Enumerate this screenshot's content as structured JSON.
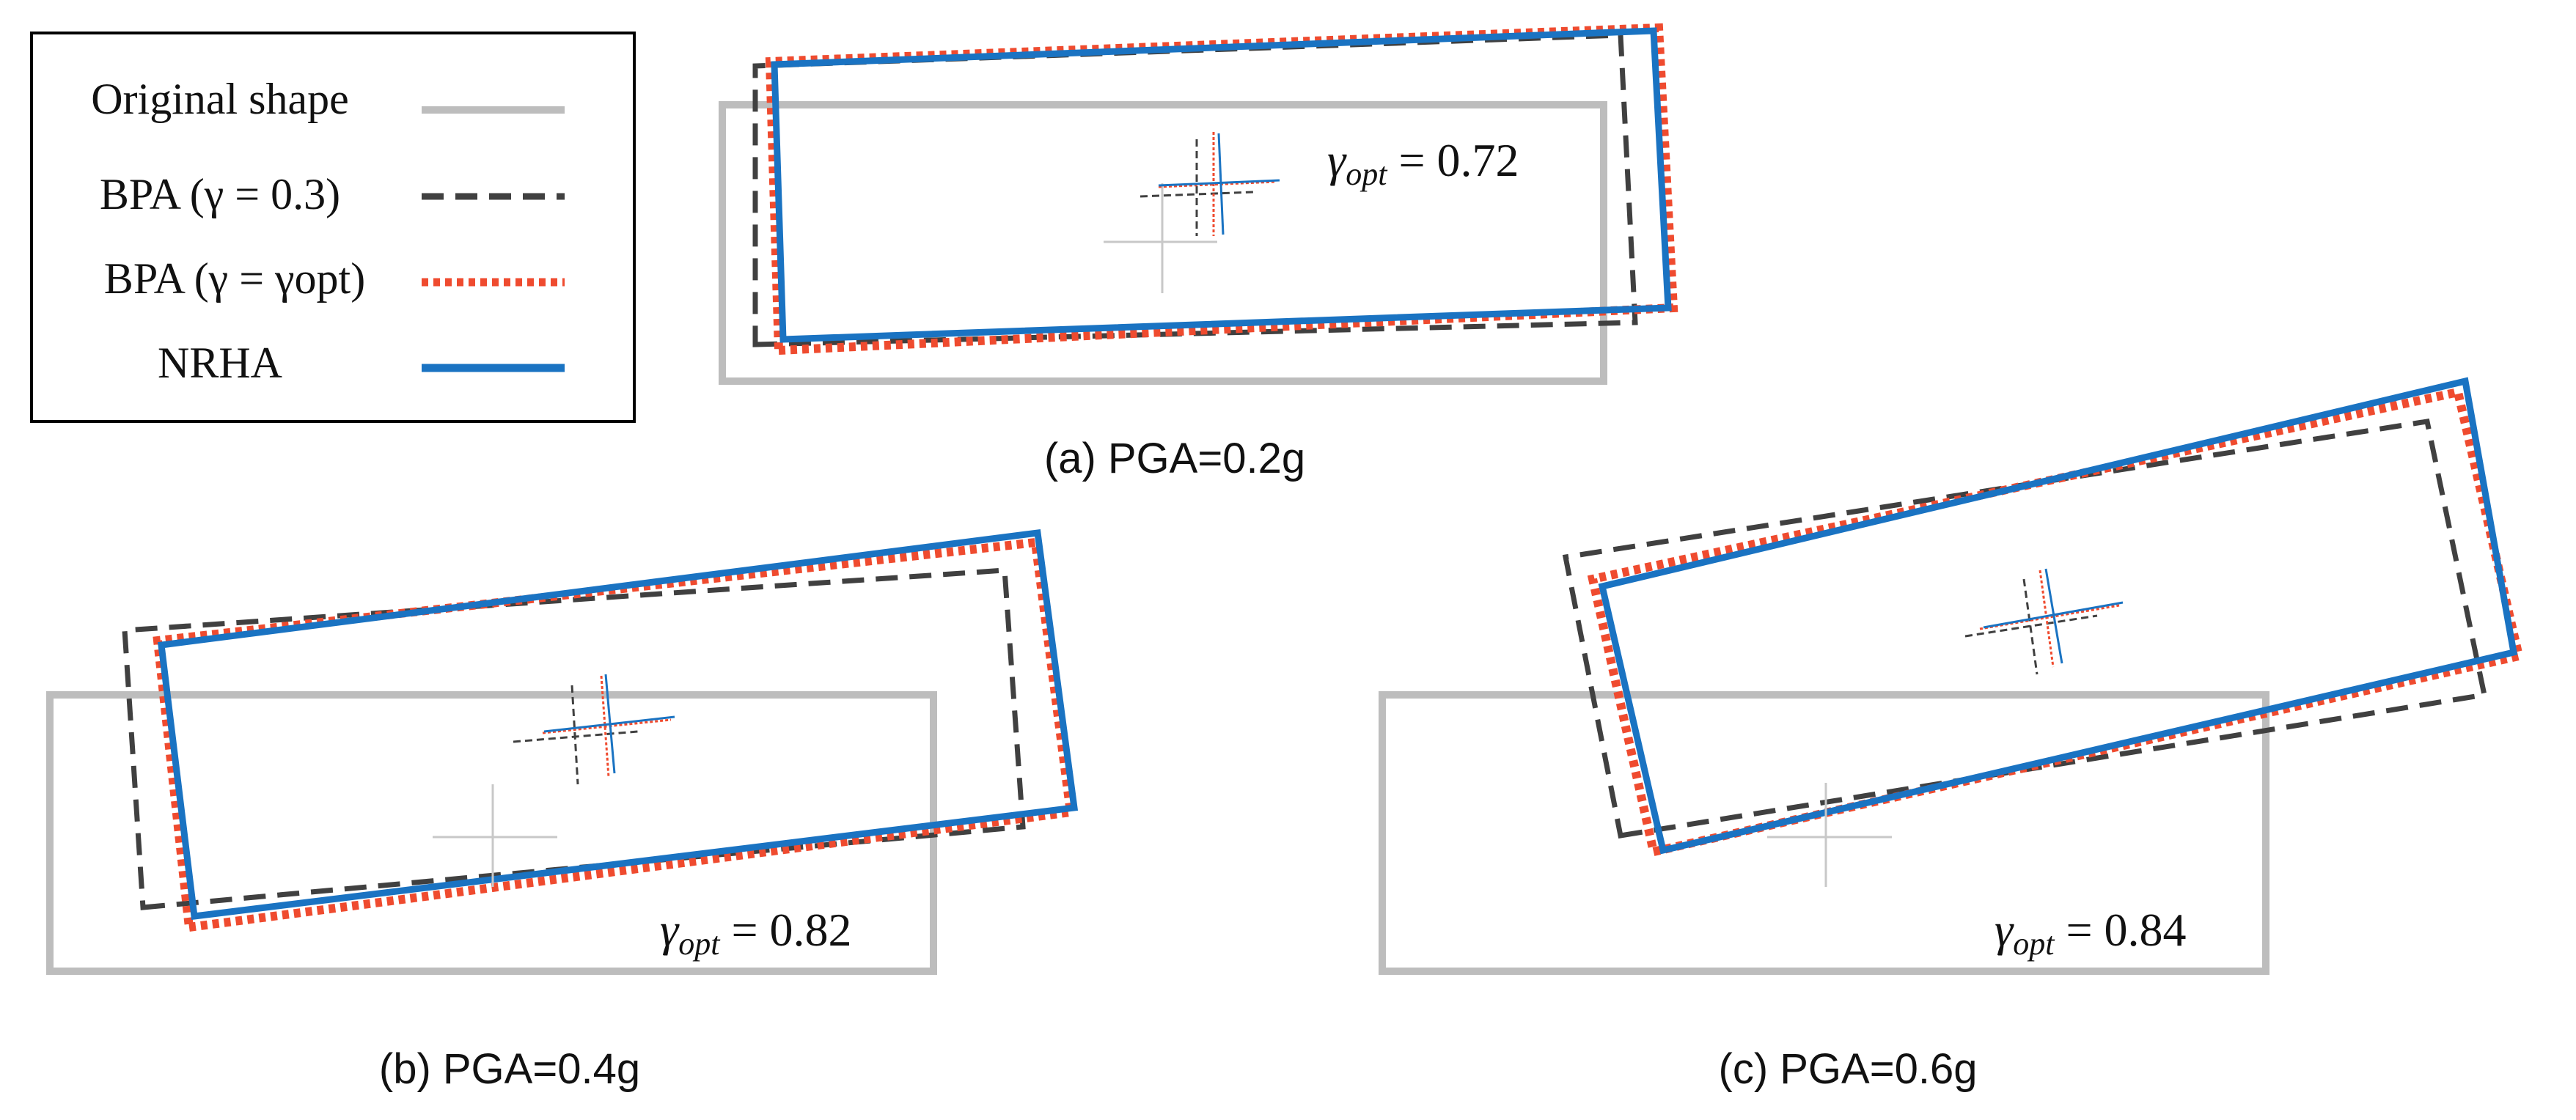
{
  "legend": {
    "items": [
      {
        "label": "Original shape",
        "style": "original"
      },
      {
        "label": "BPA (γ = 0.3)",
        "style": "bpa03"
      },
      {
        "label": "BPA (γ = γopt)",
        "style": "bpaopt"
      },
      {
        "label": "NRHA",
        "style": "nrha"
      }
    ]
  },
  "styles": {
    "original": {
      "color": "#bdbdbd",
      "dash": "solid"
    },
    "bpa03": {
      "color": "#404040",
      "dash": "dashed"
    },
    "bpaopt": {
      "color": "#ef4b2f",
      "dash": "dotted"
    },
    "nrha": {
      "color": "#1a73c2",
      "dash": "solid"
    }
  },
  "panels": [
    {
      "id": "a",
      "caption": "(a) PGA=0.2g",
      "gamma_opt": "0.72"
    },
    {
      "id": "b",
      "caption": "(b) PGA=0.4g",
      "gamma_opt": "0.82"
    },
    {
      "id": "c",
      "caption": "(c) PGA=0.6g",
      "gamma_opt": "0.84"
    }
  ]
}
